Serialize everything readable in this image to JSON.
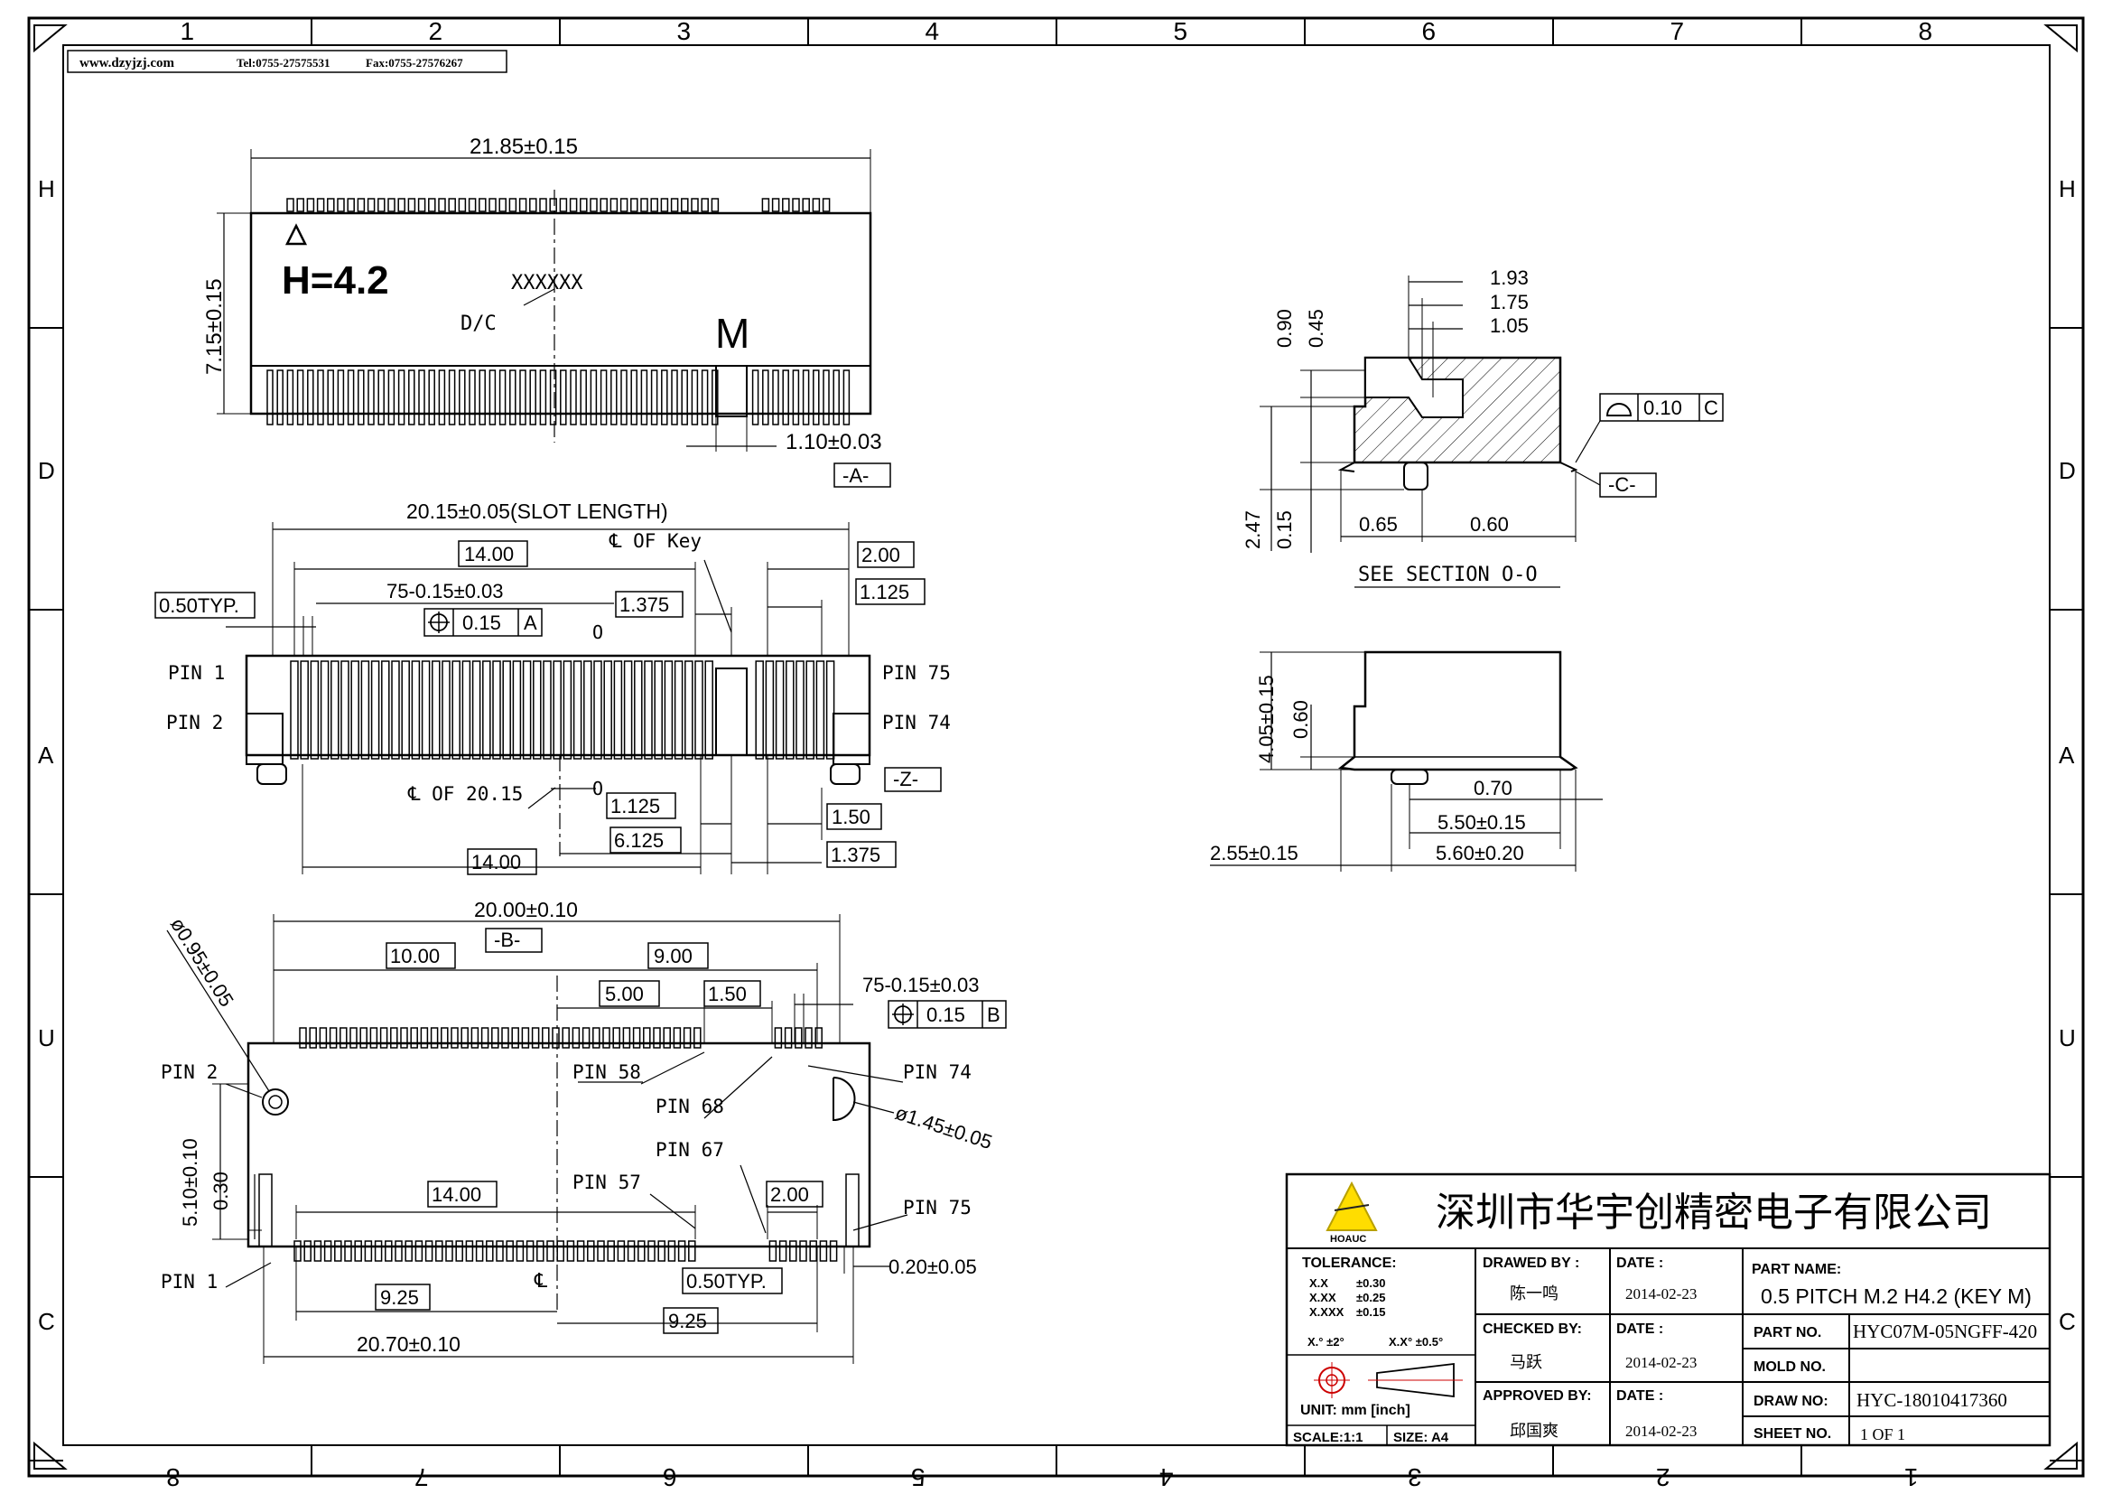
{
  "header_info": {
    "website": "www.dzyjzj.com",
    "tel": "Tel:0755-27575531",
    "fax": "Fax:0755-27576267"
  },
  "grid": {
    "top_cols": [
      "1",
      "2",
      "3",
      "4",
      "5",
      "6",
      "7",
      "8"
    ],
    "bottom_cols": [
      "8",
      "7",
      "6",
      "5",
      "4",
      "3",
      "2",
      "1"
    ],
    "left_rows": [
      "H",
      "D",
      "A",
      "U",
      "C"
    ],
    "right_rows": [
      "H",
      "D",
      "A",
      "U",
      "C"
    ]
  },
  "top_view": {
    "width_dim": "21.85±0.15",
    "height_dim": "7.15±0.15",
    "height_mark": "H=4.2",
    "lot_code": "XXXXXX",
    "date_code": "D/C",
    "key_letter": "M",
    "key_width_dim": "1.10±0.03",
    "datum_a": "-A-"
  },
  "front_view": {
    "slot_length": "20.15±0.05(SLOT LENGTH)",
    "dim_14_top": "14.00",
    "key_centerline": "℄ OF Key",
    "dim_2_00": "2.00",
    "dim_1_125_top": "1.125",
    "pitch_typ": "0.50TYP.",
    "pin_count_dim": "75-0.15±0.03",
    "dim_1_375_top": "1.375",
    "position_tol": "0.15",
    "position_datum": "A",
    "circle_o_top": "O",
    "pin1": "PIN 1",
    "pin2": "PIN 2",
    "pin75": "PIN 75",
    "pin74": "PIN 74",
    "datum_z": "-Z-",
    "center_label": "℄ OF 20.15",
    "circle_o_bottom": "O",
    "dim_1_125_bottom": "1.125",
    "dim_1_50": "1.50",
    "dim_6_125": "6.125",
    "dim_1_375_bottom": "1.375",
    "dim_14_bottom": "14.00"
  },
  "section_view": {
    "dims_top": [
      "1.93",
      "1.75",
      "1.05"
    ],
    "dim_0_90": "0.90",
    "dim_0_45": "0.45",
    "dim_2_47": "2.47",
    "dim_0_15": "0.15",
    "dim_0_65": "0.65",
    "dim_0_60": "0.60",
    "profile_tol": "0.10",
    "profile_datum": "C",
    "datum_c": "-C-",
    "title": "SEE SECTION O-O"
  },
  "side_view": {
    "dim_4_05": "4.05±0.15",
    "dim_0_60": "0.60",
    "dim_0_70": "0.70",
    "dim_5_50": "5.50±0.15",
    "dim_2_55": "2.55±0.15",
    "dim_5_60": "5.60±0.20"
  },
  "bottom_view": {
    "width_dim": "20.00±0.10",
    "datum_b": "-B-",
    "dim_10": "10.00",
    "dim_9": "9.00",
    "dim_5": "5.00",
    "dim_1_50": "1.50",
    "pin_count_dim": "75-0.15±0.03",
    "position_tol": "0.15",
    "position_datum": "B",
    "hole_dia": "ø0.95±0.05",
    "hole_dia_right": "ø1.45±0.05",
    "pin2": "PIN 2",
    "pin58": "PIN 58",
    "pin68": "PIN 68",
    "pin74": "PIN 74",
    "pin67": "PIN 67",
    "pin57": "PIN 57",
    "pin75": "PIN 75",
    "pin1": "PIN 1",
    "dim_5_10": "5.10±0.10",
    "dim_0_30": "0.30",
    "dim_14": "14.00",
    "dim_2": "2.00",
    "dim_0_20": "0.20±0.05",
    "center_mark": "℄",
    "pitch_typ": "0.50TYP.",
    "dim_9_25_left": "9.25",
    "dim_9_25_right": "9.25",
    "overall_dim": "20.70±0.10"
  },
  "title_block": {
    "company": "深圳市华宇创精密电子有限公司",
    "logo_text": "HOAUC",
    "tolerance_label": "TOLERANCE:",
    "tol_x": "X.X",
    "tol_x_val": "±0.30",
    "tol_xx": "X.XX",
    "tol_xx_val": "±0.25",
    "tol_xxx": "X.XXX",
    "tol_xxx_val": "±0.15",
    "tol_ang1": "X.° ±2°",
    "tol_ang2": "X.X° ±0.5°",
    "unit": "UNIT: mm [inch]",
    "scale": "SCALE:1:1",
    "size": "SIZE: A4",
    "drawn_label": "DRAWED BY :",
    "drawn_by": "陈一鸣",
    "checked_label": "CHECKED BY:",
    "checked_by": "马跃",
    "approved_label": "APPROVED BY:",
    "approved_by": "邱国爽",
    "date_label": "DATE :",
    "date1": "2014-02-23",
    "date2": "2014-02-23",
    "date3": "2014-02-23",
    "part_name_label": "PART NAME:",
    "part_name": "0.5 PITCH M.2 H4.2 (KEY M)",
    "part_no_label": "PART NO.",
    "part_no": "HYC07M-05NGFF-420",
    "mold_no_label": "MOLD NO.",
    "mold_no": "",
    "draw_no_label": "DRAW NO:",
    "draw_no": "HYC-18010417360",
    "sheet_label": "SHEET NO.",
    "sheet": "1 OF 1"
  }
}
